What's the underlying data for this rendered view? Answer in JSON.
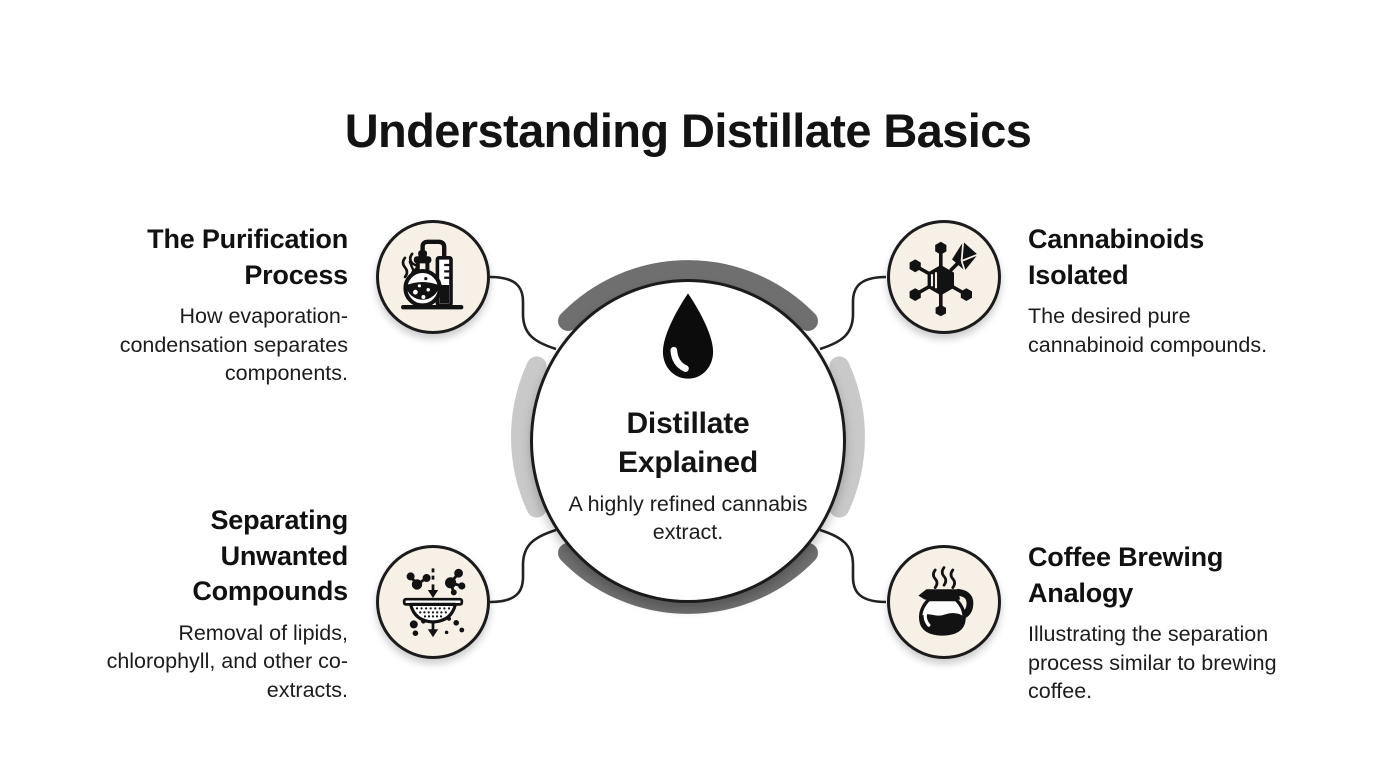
{
  "title": "Understanding Distillate Basics",
  "center": {
    "heading": "Distillate Explained",
    "description": "A highly refined cannabis extract.",
    "icon": "droplet-icon"
  },
  "nodes": [
    {
      "position": "top-left",
      "heading": "The Purification Process",
      "description": "How evaporation-condensation separates components.",
      "icon": "distillation-flask-icon"
    },
    {
      "position": "top-right",
      "heading": "Cannabinoids Isolated",
      "description": "The desired pure cannabinoid compounds.",
      "icon": "molecule-crystal-icon"
    },
    {
      "position": "bottom-left",
      "heading": "Separating Unwanted Compounds",
      "description": "Removal of lipids, chlorophyll, and other co-extracts.",
      "icon": "sieve-filter-icon"
    },
    {
      "position": "bottom-right",
      "heading": "Coffee Brewing Analogy",
      "description": "Illustrating the separation process similar to brewing coffee.",
      "icon": "coffee-pot-icon"
    }
  ],
  "colors": {
    "background": "#ffffff",
    "text": "#141414",
    "outline": "#1b1b1b",
    "icon_circle_fill": "#f7f0e6",
    "arc_dark": "#6f6f6f",
    "arc_light": "#c9c9c9"
  }
}
